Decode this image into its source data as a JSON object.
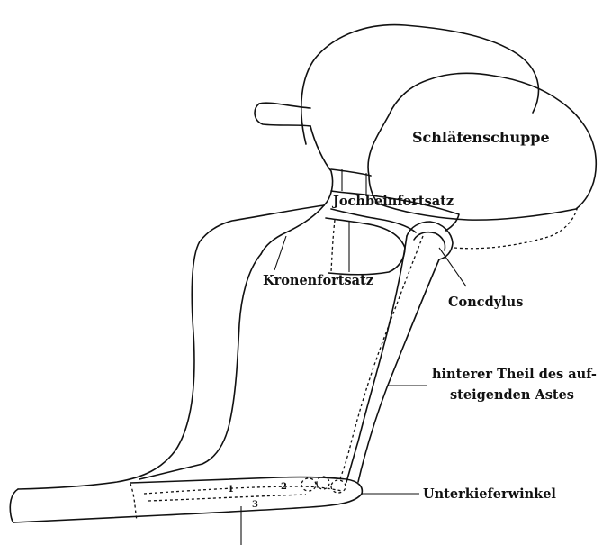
{
  "labels": {
    "schlaefenschuppe": "Schläfenschuppe",
    "jochbeinfortsatz": "Jochbeinfortsatz",
    "kronenfortsatz": "Kronenfortsatz",
    "condylus": "Concdylus",
    "hinterer_line1": "hinterer Theil des auf-",
    "hinterer_line2": "steigenden Astes",
    "unterkieferwinkel": "Unterkieferwinkel",
    "mark1": "1",
    "mark2": "2",
    "mark3": "3"
  }
}
